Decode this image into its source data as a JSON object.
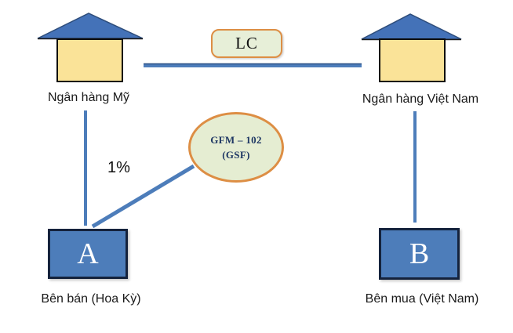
{
  "diagram": {
    "banks": {
      "us": {
        "label": "Ngân hàng Mỹ"
      },
      "vn": {
        "label": "Ngân hàng Việt Nam"
      }
    },
    "lc": {
      "label": "LC"
    },
    "gfm": {
      "line1": "GFM – 102",
      "line2": "(GSF)"
    },
    "fee": {
      "label": "1%"
    },
    "seller": {
      "letter": "A",
      "label": "Bên bán (Hoa Kỳ)"
    },
    "buyer": {
      "letter": "B",
      "label": "Bên mua (Việt Nam)"
    },
    "colors": {
      "roof_blue": "#4472b8",
      "roof_edge": "#2e4d7b",
      "house_fill": "#fae398",
      "line_blue": "#4d7dba",
      "line_edge": "#2b5186",
      "box_fill": "#4d7dba",
      "box_border": "#14223c",
      "shape_fill_green": "#e7efd8",
      "shape_fill_green2": "#e5edd2",
      "shape_border_orange": "#dd8e44",
      "gfm_text": "#1f3864"
    }
  }
}
